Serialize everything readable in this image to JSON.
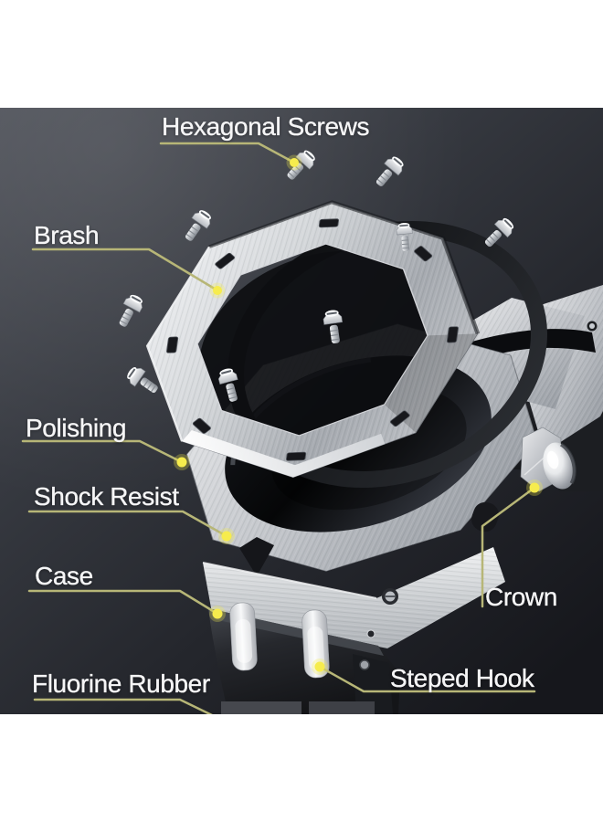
{
  "canvas": {
    "background_color": "#ffffff"
  },
  "photo": {
    "background_gradient_top_left": "#4d5058",
    "background_gradient_bottom_right": "#16171c",
    "annotation_line_color": "#b7b677",
    "annotation_dot_color": "#f6ec4d",
    "label_text_color": "#f5f5f6",
    "objects": [
      {
        "name": "hex-screw",
        "count": 9
      },
      {
        "name": "octagonal-bezel"
      },
      {
        "name": "gasket-ring"
      },
      {
        "name": "watch-case"
      },
      {
        "name": "crown"
      },
      {
        "name": "hook-tab",
        "count": 2
      },
      {
        "name": "rubber-strap"
      }
    ]
  },
  "labels": {
    "hexagonal_screws": "Hexagonal Screws",
    "brash": "Brash",
    "polishing": "Polishing",
    "shock_resist": "Shock Resist",
    "case": "Case",
    "fluorine_rubber": "Fluorine Rubber",
    "crown": "Crown",
    "steped_hook": "Steped Hook"
  }
}
